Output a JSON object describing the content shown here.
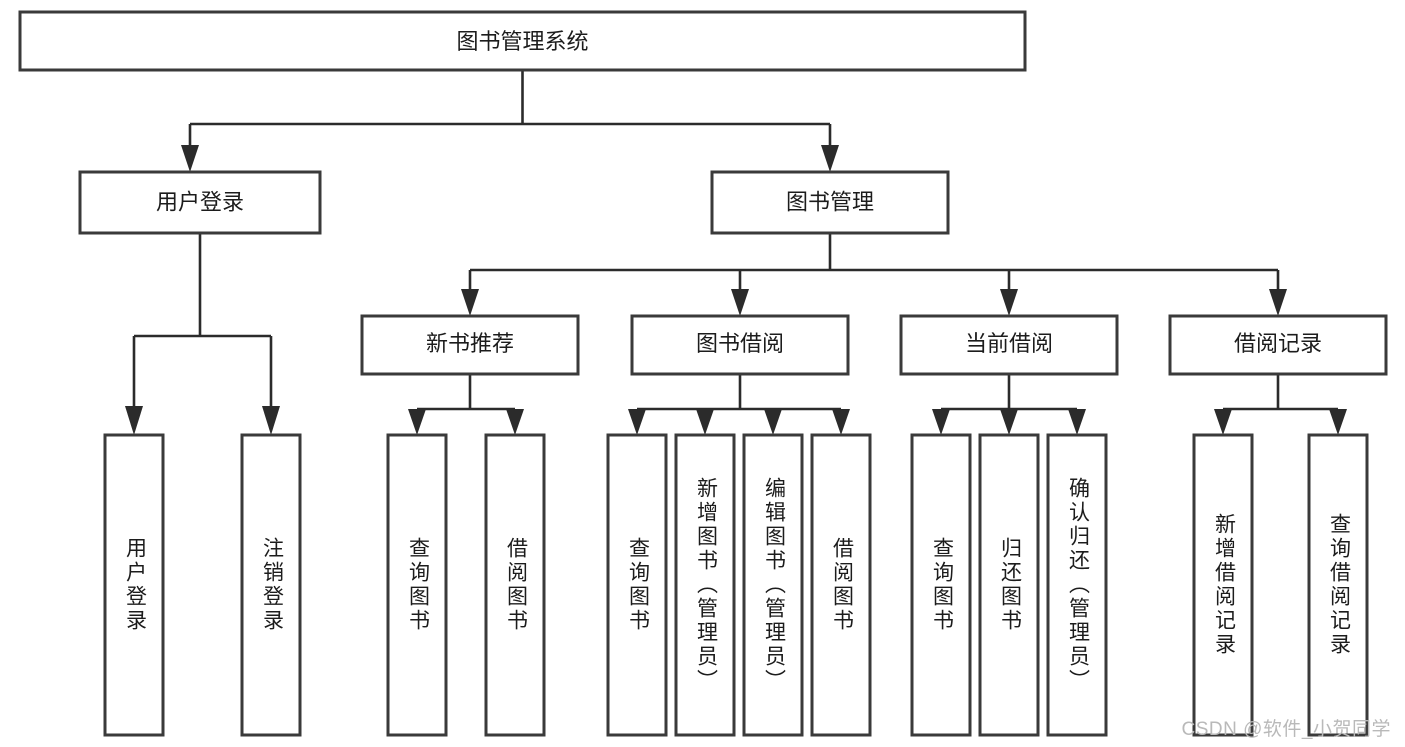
{
  "diagram": {
    "title": "图书管理系统",
    "watermark": "CSDN @软件_小贺同学",
    "colors": {
      "box_stroke": "#3a3a3a",
      "connector": "#2b2b2b",
      "text": "#1c1c1c",
      "background": "#ffffff",
      "watermark": "#b9b9b9"
    },
    "levels": {
      "root": {
        "label": "图书管理系统"
      },
      "level2": [
        {
          "id": "user-login",
          "label": "用户登录"
        },
        {
          "id": "book-management",
          "label": "图书管理"
        }
      ],
      "level3": [
        {
          "id": "new-book-recommend",
          "label": "新书推荐"
        },
        {
          "id": "book-borrow",
          "label": "图书借阅"
        },
        {
          "id": "current-borrow",
          "label": "当前借阅"
        },
        {
          "id": "borrow-record",
          "label": "借阅记录"
        }
      ],
      "leaves": {
        "user-login": [
          {
            "id": "leaf-user-login",
            "label": "用户登录"
          },
          {
            "id": "leaf-user-logout",
            "label": "注销登录"
          }
        ],
        "new-book-recommend": [
          {
            "id": "leaf-query-book-1",
            "label": "查询图书"
          },
          {
            "id": "leaf-borrow-book-1",
            "label": "借阅图书"
          }
        ],
        "book-borrow": [
          {
            "id": "leaf-query-book-2",
            "label": "查询图书"
          },
          {
            "id": "leaf-add-book",
            "label": "新增图书（管理员）"
          },
          {
            "id": "leaf-edit-book",
            "label": "编辑图书（管理员）"
          },
          {
            "id": "leaf-borrow-book-2",
            "label": "借阅图书"
          }
        ],
        "current-borrow": [
          {
            "id": "leaf-query-book-3",
            "label": "查询图书"
          },
          {
            "id": "leaf-return-book",
            "label": "归还图书"
          },
          {
            "id": "leaf-confirm-return",
            "label": "确认归还（管理员）"
          }
        ],
        "borrow-record": [
          {
            "id": "leaf-add-record",
            "label": "新增借阅记录"
          },
          {
            "id": "leaf-query-record",
            "label": "查询借阅记录"
          }
        ]
      }
    }
  },
  "chart_data": {
    "type": "diagram",
    "title": "图书管理系统",
    "structure": "tree",
    "nodes": [
      {
        "id": "root",
        "label": "图书管理系统",
        "level": 1,
        "parent": null
      },
      {
        "id": "user-login",
        "label": "用户登录",
        "level": 2,
        "parent": "root"
      },
      {
        "id": "book-management",
        "label": "图书管理",
        "level": 2,
        "parent": "root"
      },
      {
        "id": "leaf-user-login",
        "label": "用户登录",
        "level": 3,
        "parent": "user-login"
      },
      {
        "id": "leaf-user-logout",
        "label": "注销登录",
        "level": 3,
        "parent": "user-login"
      },
      {
        "id": "new-book-recommend",
        "label": "新书推荐",
        "level": 3,
        "parent": "book-management"
      },
      {
        "id": "book-borrow",
        "label": "图书借阅",
        "level": 3,
        "parent": "book-management"
      },
      {
        "id": "current-borrow",
        "label": "当前借阅",
        "level": 3,
        "parent": "book-management"
      },
      {
        "id": "borrow-record",
        "label": "借阅记录",
        "level": 3,
        "parent": "book-management"
      },
      {
        "id": "leaf-query-book-1",
        "label": "查询图书",
        "level": 4,
        "parent": "new-book-recommend"
      },
      {
        "id": "leaf-borrow-book-1",
        "label": "借阅图书",
        "level": 4,
        "parent": "new-book-recommend"
      },
      {
        "id": "leaf-query-book-2",
        "label": "查询图书",
        "level": 4,
        "parent": "book-borrow"
      },
      {
        "id": "leaf-add-book",
        "label": "新增图书（管理员）",
        "level": 4,
        "parent": "book-borrow"
      },
      {
        "id": "leaf-edit-book",
        "label": "编辑图书（管理员）",
        "level": 4,
        "parent": "book-borrow"
      },
      {
        "id": "leaf-borrow-book-2",
        "label": "借阅图书",
        "level": 4,
        "parent": "book-borrow"
      },
      {
        "id": "leaf-query-book-3",
        "label": "查询图书",
        "level": 4,
        "parent": "current-borrow"
      },
      {
        "id": "leaf-return-book",
        "label": "归还图书",
        "level": 4,
        "parent": "current-borrow"
      },
      {
        "id": "leaf-confirm-return",
        "label": "确认归还（管理员）",
        "level": 4,
        "parent": "current-borrow"
      },
      {
        "id": "leaf-add-record",
        "label": "新增借阅记录",
        "level": 4,
        "parent": "borrow-record"
      },
      {
        "id": "leaf-query-record",
        "label": "查询借阅记录",
        "level": 4,
        "parent": "borrow-record"
      }
    ]
  }
}
